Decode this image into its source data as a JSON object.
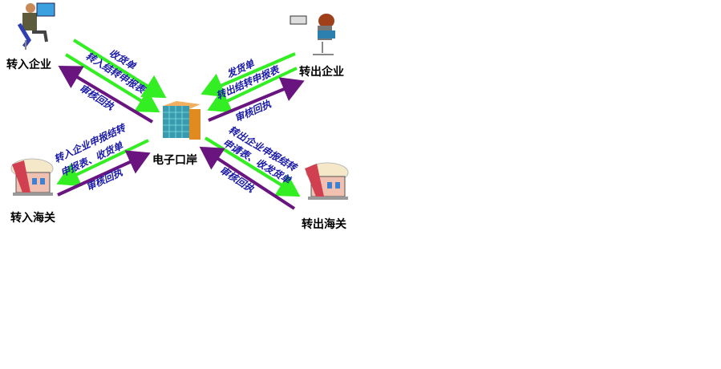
{
  "nodes": {
    "import_company": "转入企业",
    "export_company": "转出企业",
    "import_customs": "转入海关",
    "export_customs": "转出海关",
    "e_port": "电子口岸"
  },
  "flows": {
    "receipt_note": "收货单",
    "import_transfer_form": "转入结转申报表",
    "review_receipt_1": "审核回执",
    "delivery_note": "发货单",
    "export_transfer_form": "转出结转申报表",
    "review_receipt_2": "审核回执",
    "to_import_customs_1": "转入企业申报结转",
    "to_import_customs_2": "申报表、收货单",
    "review_receipt_3": "审核回执",
    "to_export_customs_1": "转出企业申报结转",
    "to_export_customs_2": "申请表、收发货单",
    "review_receipt_4": "审核回执"
  },
  "colors": {
    "green": "#33ee22",
    "purple": "#6a1480",
    "label": "#1a1aa8"
  }
}
